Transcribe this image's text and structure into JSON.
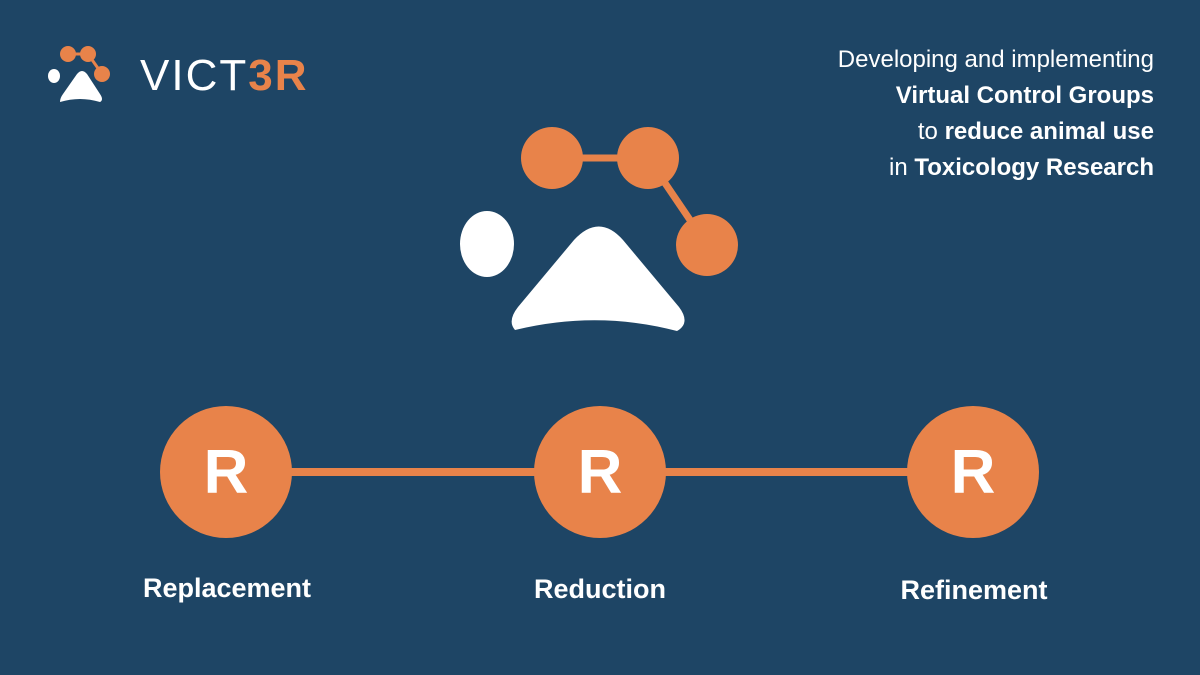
{
  "brand": {
    "name_main": "VICT",
    "name_accent": "3R",
    "accent_color": "#e8834a",
    "background_color": "#1e4565"
  },
  "tagline": {
    "line1": "Developing and implementing",
    "line2_bold": "Virtual Control Groups",
    "line3_plain": "to ",
    "line3_bold": "reduce animal use",
    "line4_plain": "in ",
    "line4_bold": "Toxicology Research"
  },
  "principles": [
    {
      "letter": "R",
      "label": "Replacement"
    },
    {
      "letter": "R",
      "label": "Reduction"
    },
    {
      "letter": "R",
      "label": "Refinement"
    }
  ],
  "icons": {
    "logo": "paw-network-icon",
    "center": "paw-network-icon"
  }
}
